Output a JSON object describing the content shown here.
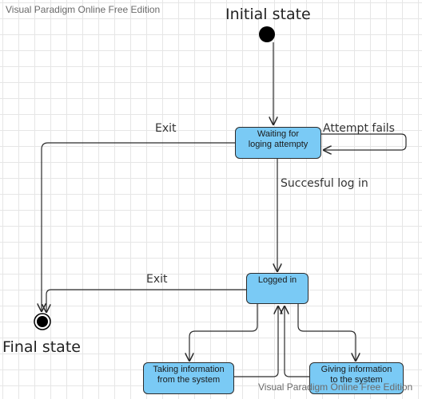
{
  "watermark": "Visual Paradigm Online Free Edition",
  "labels": {
    "initial": "Initial state",
    "final": "Final state"
  },
  "states": {
    "waiting": "Waiting for\nloging attempty",
    "logged_in": "Logged in",
    "taking": "Taking information\nfrom the system",
    "giving": "Giving information\nto the system"
  },
  "transitions": {
    "exit_top": "Exit",
    "attempt_fails": "Attempt fails",
    "successful_login": "Succesful log in",
    "exit_bottom": "Exit"
  },
  "colors": {
    "state_fill": "#7acaf5",
    "stroke": "#2b2b2b"
  }
}
